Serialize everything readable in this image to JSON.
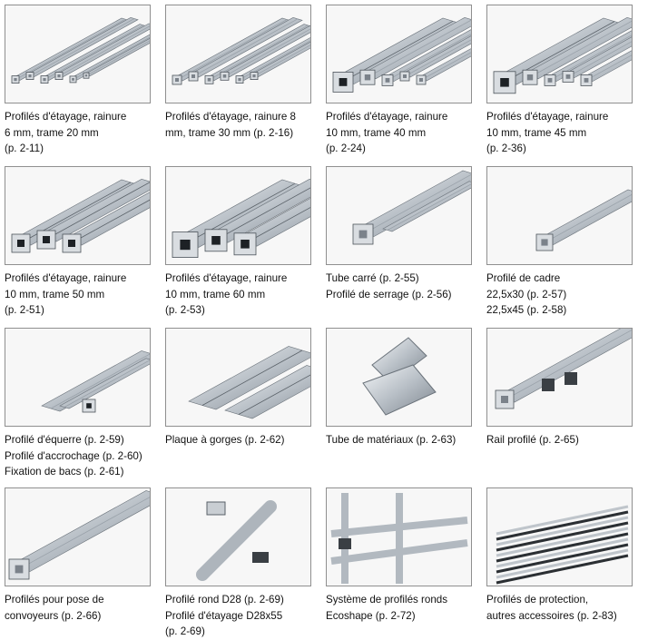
{
  "items": [
    {
      "name": "profiles-6mm",
      "icon": "profile-bundle-icon",
      "caption": [
        "Profilés d'étayage, rainure",
        "6 mm, trame 20 mm",
        "(p. 2-11)"
      ]
    },
    {
      "name": "profiles-8mm",
      "icon": "profile-bundle-icon",
      "caption": [
        "Profilés d'étayage, rainure 8",
        "mm, trame 30 mm (p. 2-16)"
      ]
    },
    {
      "name": "profiles-10mm-40",
      "icon": "profile-bundle-icon",
      "caption": [
        "Profilés d'étayage, rainure",
        "10 mm, trame 40 mm",
        "(p. 2-24)"
      ]
    },
    {
      "name": "profiles-10mm-45",
      "icon": "profile-bundle-icon",
      "caption": [
        "Profilés d'étayage, rainure",
        "10 mm, trame 45 mm",
        "(p. 2-36)"
      ]
    },
    {
      "name": "profiles-10mm-50",
      "icon": "profile-bundle-icon",
      "caption": [
        "Profilés d'étayage, rainure",
        "10 mm, trame 50 mm",
        "(p. 2-51)"
      ]
    },
    {
      "name": "profiles-10mm-60",
      "icon": "profile-bundle-icon",
      "caption": [
        "Profilés d'étayage, rainure",
        "10 mm, trame 60 mm",
        "(p. 2-53)"
      ]
    },
    {
      "name": "square-tube",
      "icon": "square-tube-icon",
      "caption": [
        "Tube carré (p. 2-55)",
        "Profilé de serrage (p. 2-56)"
      ]
    },
    {
      "name": "frame-profile",
      "icon": "frame-profile-icon",
      "caption": [
        "Profilé de cadre",
        "22,5x30 (p. 2-57)",
        "22,5x45 (p. 2-58)"
      ]
    },
    {
      "name": "angle-profile",
      "icon": "angle-profile-icon",
      "caption": [
        "Profilé d'équerre (p. 2-59)",
        "Profilé d'accrochage (p. 2-60)",
        "Fixation de bacs (p. 2-61)"
      ]
    },
    {
      "name": "grooved-plate",
      "icon": "grooved-plate-icon",
      "caption": [
        "Plaque à gorges (p. 2-62)"
      ]
    },
    {
      "name": "material-tube",
      "icon": "material-tube-icon",
      "caption": [
        "Tube de matériaux (p. 2-63)"
      ]
    },
    {
      "name": "profile-rail",
      "icon": "profile-rail-icon",
      "caption": [
        "Rail profilé (p. 2-65)"
      ]
    },
    {
      "name": "conveyor-profiles",
      "icon": "conveyor-profile-icon",
      "caption": [
        "Profilés pour pose de",
        "convoyeurs (p. 2-66)"
      ]
    },
    {
      "name": "round-profile-d28",
      "icon": "round-profile-icon",
      "caption": [
        "Profilé rond D28 (p. 2-69)",
        "Profilé d'étayage D28x55",
        "(p. 2-69)"
      ]
    },
    {
      "name": "ecoshape",
      "icon": "ecoshape-frame-icon",
      "caption": [
        "Système de profilés ronds",
        "Ecoshape (p. 2-72)"
      ]
    },
    {
      "name": "protection-profiles",
      "icon": "protection-strips-icon",
      "caption": [
        "Profilés de protection,",
        "autres accessoires (p. 2-83)"
      ]
    }
  ]
}
